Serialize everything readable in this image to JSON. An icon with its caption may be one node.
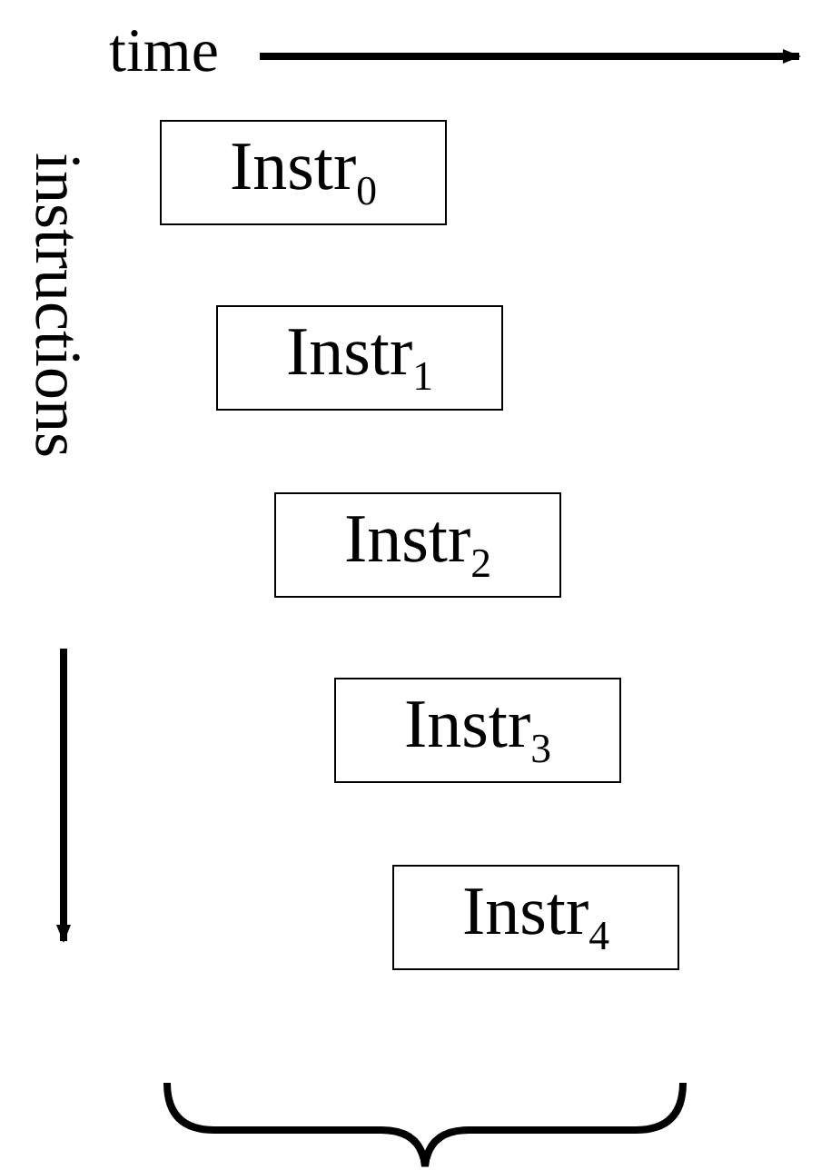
{
  "diagram": {
    "nodes": [
      {
        "text": [
          "Instr$_{0}$"
        ]
      },
      {
        "text": [
          "Instr$_{1}$"
        ]
      },
      {
        "text": [
          "Instr$_{2}$"
        ]
      },
      {
        "text": [
          "Instr$_{3}$"
        ]
      },
      {
        "text": [
          "Instr$_{4}$"
        ]
      }
    ],
    "labels": [
      "time",
      "instructions"
    ]
  }
}
